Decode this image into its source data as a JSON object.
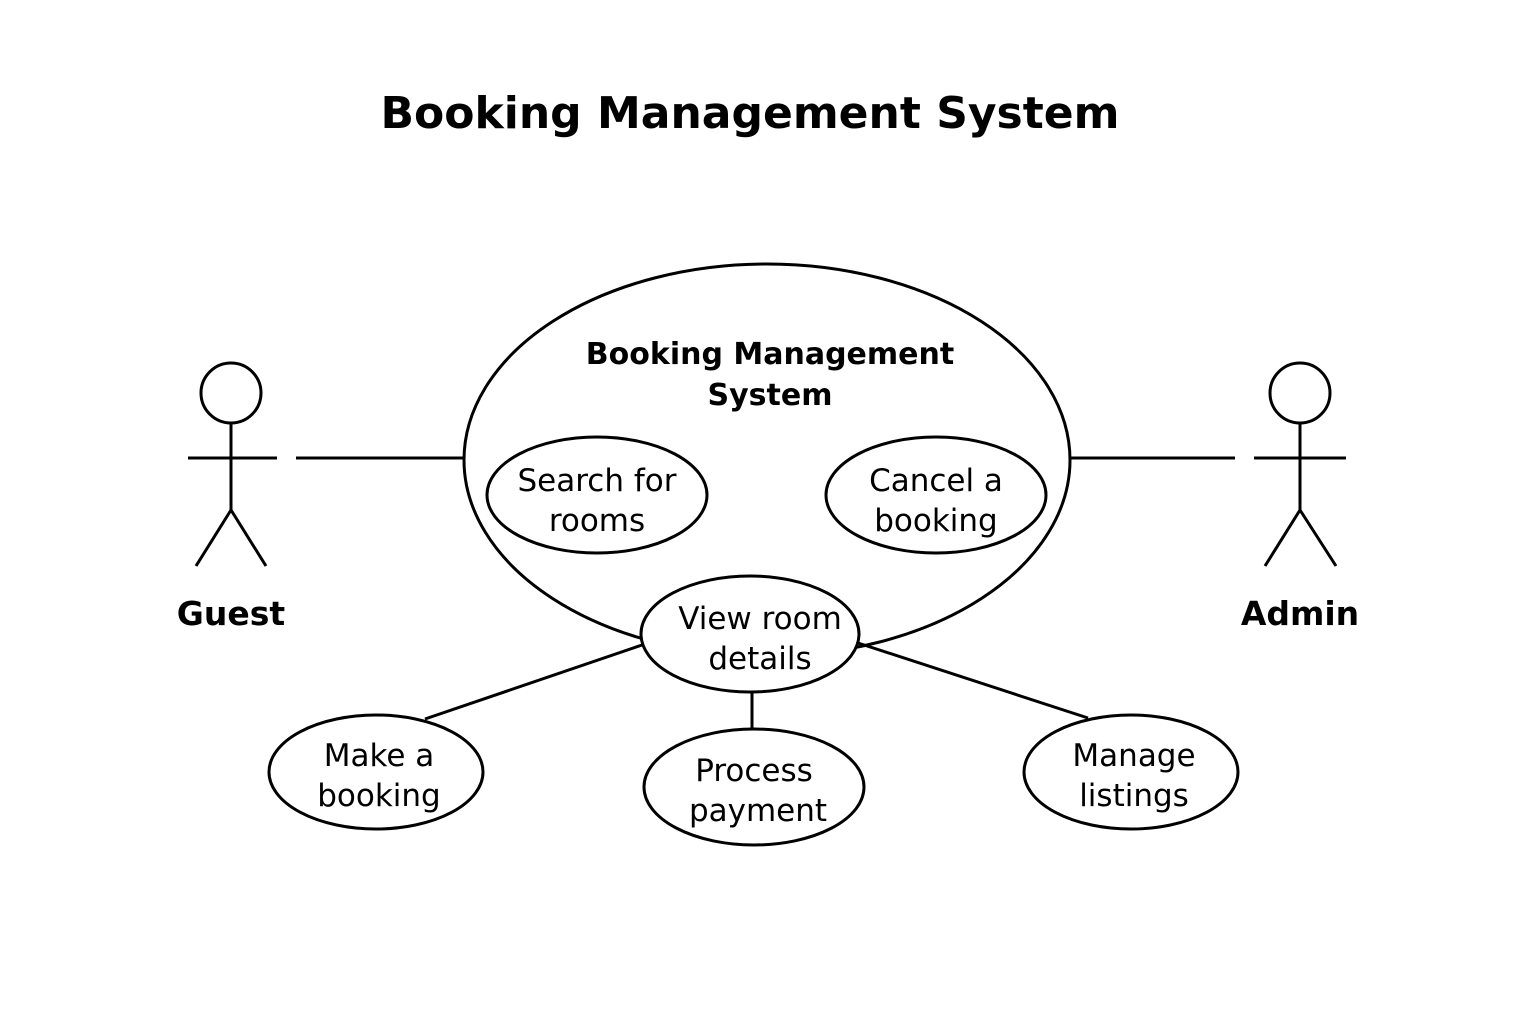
{
  "title": "Booking Management System",
  "system": {
    "label_line1": "Booking Management",
    "label_line2": "System"
  },
  "actors": {
    "guest": "Guest",
    "admin": "Admin"
  },
  "use_cases": {
    "search": [
      "Search for",
      "rooms"
    ],
    "cancel": [
      "Cancel a",
      "booking"
    ],
    "view": [
      "View room",
      "details"
    ],
    "make": [
      "Make a",
      "booking"
    ],
    "process": [
      "Process",
      "payment"
    ],
    "manage": [
      "Manage",
      "listings"
    ]
  }
}
